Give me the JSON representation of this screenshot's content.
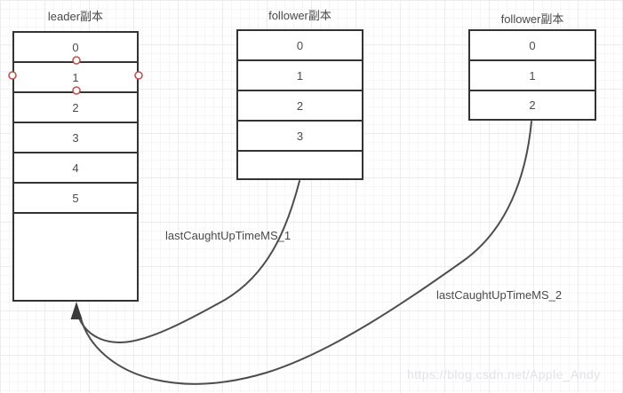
{
  "diagram": {
    "replicas": [
      {
        "title": "leader副本",
        "cells": [
          "0",
          "1",
          "2",
          "3",
          "4",
          "5"
        ],
        "has_empty_cell": true
      },
      {
        "title": "follower副本",
        "cells": [
          "0",
          "1",
          "2",
          "3"
        ],
        "has_empty_cell": true
      },
      {
        "title": "follower副本",
        "cells": [
          "0",
          "1",
          "2"
        ],
        "has_empty_cell": false
      }
    ],
    "edges": [
      {
        "label": "lastCaughtUpTimeMS_1",
        "from": "follower副本 (middle)",
        "to": "leader副本"
      },
      {
        "label": "lastCaughtUpTimeMS_2",
        "from": "follower副本 (right)",
        "to": "leader副本"
      }
    ],
    "watermark": "https://blog.csdn.net/Apple_Andy",
    "colors": {
      "shape_stroke": "#333333",
      "edge_stroke": "#4d4d4d",
      "text": "#4a4a4a",
      "connection_handle": "#b85450",
      "watermark": "#e3e3e7"
    }
  }
}
